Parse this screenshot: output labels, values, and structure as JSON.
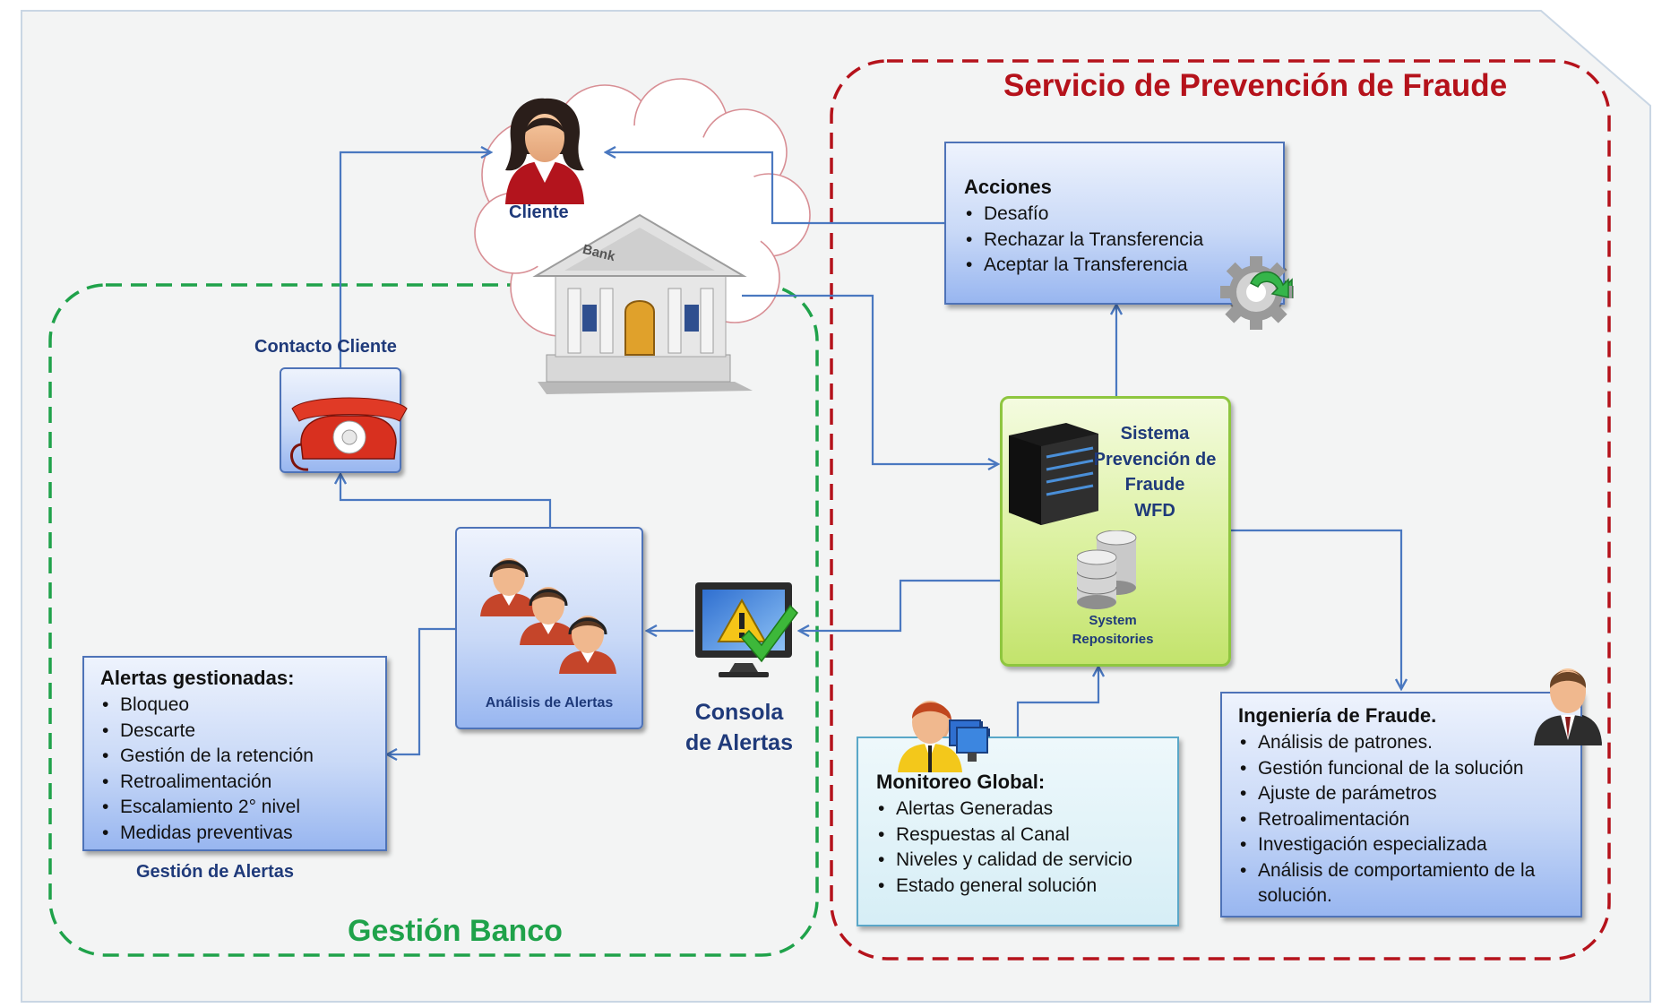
{
  "regions": {
    "fraud_service_title": "Servicio de Prevención de Fraude",
    "bank_title": "Gestión Banco"
  },
  "cliente": {
    "label": "Cliente"
  },
  "bank_building": {
    "sign": "Bank"
  },
  "contacto": {
    "label": "Contacto Cliente"
  },
  "acciones": {
    "title": "Acciones",
    "items": [
      "Desafío",
      "Rechazar la Transferencia",
      "Aceptar la Transferencia"
    ]
  },
  "sistema": {
    "title_lines": [
      "Sistema",
      "Prevención de",
      "Fraude",
      "WFD"
    ],
    "repo_label_lines": [
      "System",
      "Repositories"
    ]
  },
  "analisis": {
    "label": "Análisis de Alertas"
  },
  "consola": {
    "label_lines": [
      "Consola",
      "de Alertas"
    ]
  },
  "alertas_gestionadas": {
    "title": "Alertas gestionadas:",
    "items": [
      "Bloqueo",
      "Descarte",
      "Gestión de la retención",
      "Retroalimentación",
      "Escalamiento 2° nivel",
      "Medidas preventivas"
    ]
  },
  "gestion_alertas": {
    "label": "Gestión de Alertas"
  },
  "monitoreo": {
    "title": "Monitoreo Global:",
    "items": [
      "Alertas Generadas",
      "Respuestas al Canal",
      "Niveles y calidad de servicio",
      "Estado general solución"
    ]
  },
  "ingenieria": {
    "title": "Ingeniería de Fraude.",
    "items": [
      "Análisis de patrones.",
      "Gestión funcional de la solución",
      "Ajuste de parámetros",
      "Retroalimentación",
      "Investigación especializada",
      "Análisis de comportamiento de la solución."
    ]
  },
  "colors": {
    "fraud_border": "#b5121b",
    "bank_border": "#1fa24a",
    "arrow": "#4a78c0",
    "label_navy": "#1f3a7a"
  }
}
